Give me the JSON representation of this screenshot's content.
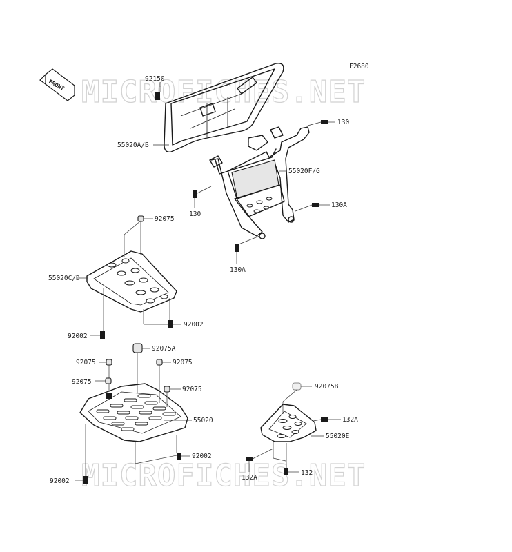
{
  "figure_code": "F2680",
  "direction_marker": "FRONT",
  "watermarks": [
    "MICROFICHES.NET",
    "MICROFICHES.NET"
  ],
  "parts": {
    "p92150": "92150",
    "p55020AB": "55020A/B",
    "p130_top": "130",
    "p55020FG": "55020F/G",
    "p130_left": "130",
    "p130A_right": "130A",
    "p130A_bottom": "130A",
    "p92075_skid": "92075",
    "p55020CD": "55020C/D",
    "p92002_mid_right": "92002",
    "p92002_mid_left": "92002",
    "p92075A": "92075A",
    "p92075_a": "92075",
    "p92075_b": "92075",
    "p92075_c": "92075",
    "p92075_d": "92075",
    "p55020": "55020",
    "p92002_low_right": "92002",
    "p92002_low_left": "92002",
    "p92075B": "92075B",
    "p132A_right": "132A",
    "p55020E": "55020E",
    "p132A_left": "132A",
    "p132": "132"
  }
}
